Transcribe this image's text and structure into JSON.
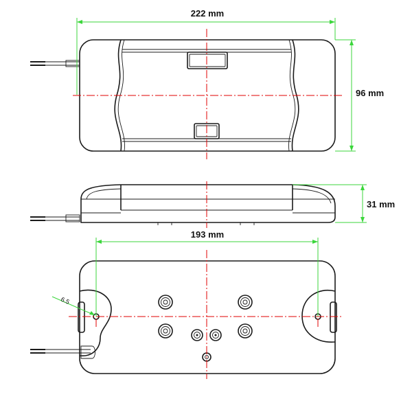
{
  "dimensions": {
    "length_top": "222 mm",
    "height_top": "96 mm",
    "height_side": "31 mm",
    "hole_spacing": "193 mm",
    "hole_diameter": "6.5"
  },
  "colors": {
    "outline": "#1a1a1a",
    "centerline": "#e00000",
    "dimension": "#3bd63b"
  }
}
